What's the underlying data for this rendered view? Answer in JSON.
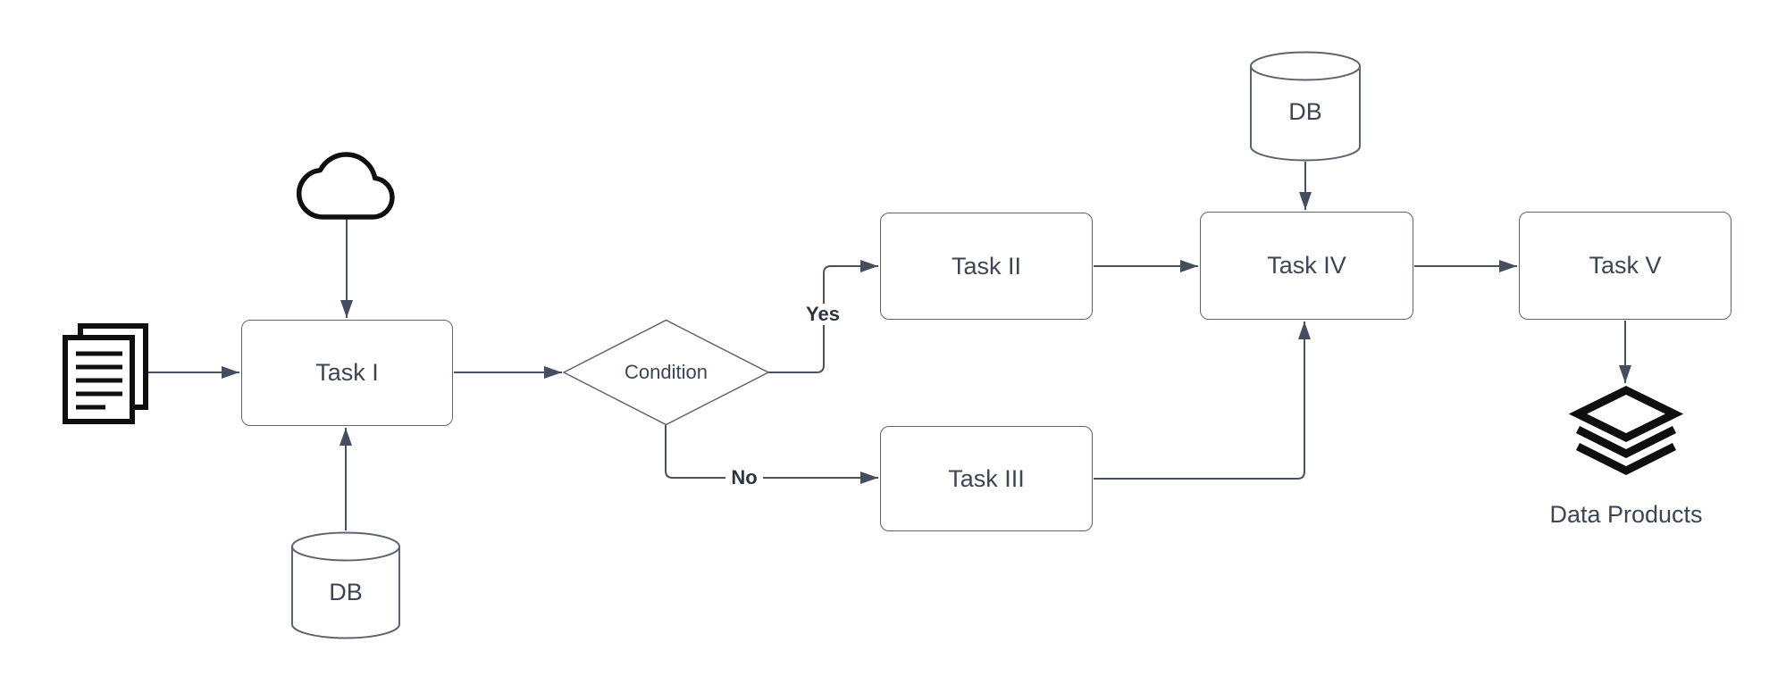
{
  "diagram_type": "flowchart",
  "colors": {
    "background": "#ffffff",
    "node_border": "#5d6471",
    "connector_line": "#4a5262",
    "arrowhead": "#454e5e",
    "node_text": "#3d4553",
    "edge_label_text": "#2e3440",
    "icon_black": "#0f0f0f"
  },
  "nodes": {
    "task1": {
      "label": "Task I",
      "type": "process"
    },
    "task2": {
      "label": "Task II",
      "type": "process"
    },
    "task3": {
      "label": "Task III",
      "type": "process"
    },
    "task4": {
      "label": "Task IV",
      "type": "process"
    },
    "task5": {
      "label": "Task V",
      "type": "process"
    },
    "condition": {
      "label": "Condition",
      "type": "decision"
    },
    "db_source": {
      "label": "DB",
      "type": "database-cylinder"
    },
    "db_reference": {
      "label": "DB",
      "type": "database-cylinder"
    },
    "data_products": {
      "label": "Data Products",
      "type": "output"
    }
  },
  "edge_labels": {
    "yes": "Yes",
    "no": "No"
  },
  "icons": {
    "input_documents": "documents-icon",
    "cloud_input": "cloud-icon",
    "db_source": "database-cylinder-icon",
    "db_reference": "database-cylinder-icon",
    "data_products": "layers-icon"
  },
  "edges": [
    "documents -> task1",
    "cloud -> task1",
    "db_source -> task1",
    "task1 -> condition",
    "condition -> task2 (Yes)",
    "condition -> task3 (No)",
    "task2 -> task4",
    "task3 -> task4",
    "db_reference -> task4",
    "task4 -> task5",
    "task5 -> data_products"
  ]
}
